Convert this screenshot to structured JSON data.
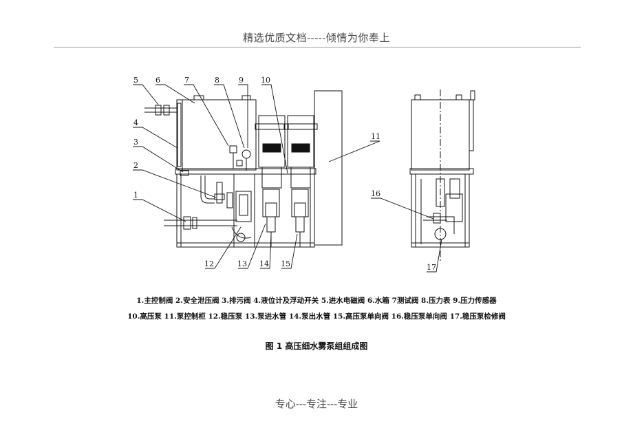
{
  "header": {
    "text": "精选优质文档-----倾情为你奉上"
  },
  "footer": {
    "text": "专心---专注---专业"
  },
  "figure": {
    "callouts": [
      "1",
      "2",
      "3",
      "4",
      "5",
      "6",
      "7",
      "8",
      "9",
      "10",
      "11",
      "12",
      "13",
      "14",
      "15",
      "16",
      "17"
    ],
    "legend_line_1": "1.主控制阀  2.安全泄压阀  3.排污阀  4.液位计及浮动开关  5.进水电磁阀  6.水箱  7测试阀  8.压力表  9.压力传感器",
    "legend_line_2": "10.高压泵  11.泵控制柜  12.稳压泵  13.泵进水管  14.泵出水管  15.高压泵单向阀  16.稳压泵单向阀  17.稳压泵检修阀",
    "caption": "图 1    高压细水雾泵组组成图"
  }
}
